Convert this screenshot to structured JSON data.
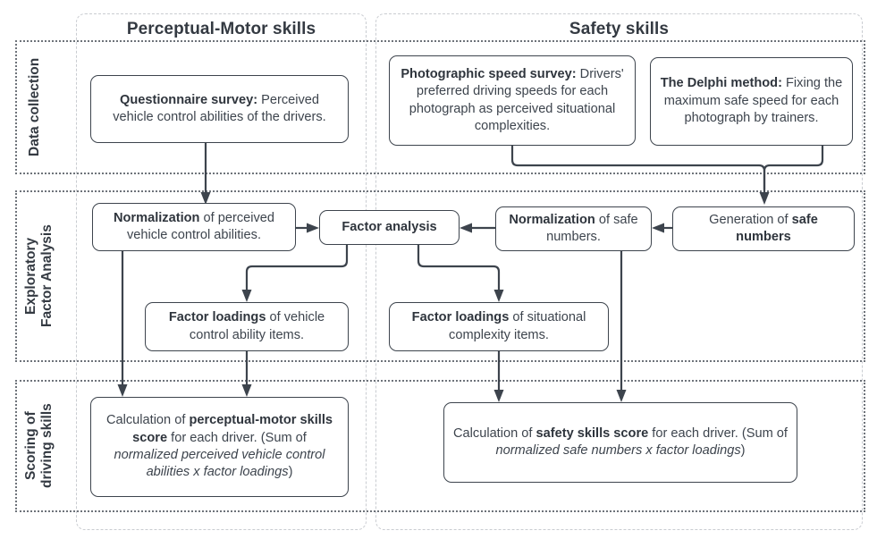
{
  "diagram": {
    "title": "Driving skills scoring methodology flowchart",
    "colors": {
      "node_border": "#3d444d",
      "node_text": "#3d444d",
      "group_border": "#c9ccd1",
      "band_border": "#6e737a",
      "background": "#ffffff"
    },
    "columns": [
      {
        "id": "perceptual-motor",
        "label": "Perceptual-Motor skills"
      },
      {
        "id": "safety",
        "label": "Safety skills"
      }
    ],
    "rows": [
      {
        "id": "data-collection",
        "label": "Data collection"
      },
      {
        "id": "exploratory-factor-analysis",
        "label": "Exploratory\nFactor Analysis"
      },
      {
        "id": "scoring",
        "label": "Scoring of\ndriving skills"
      }
    ],
    "nodes": [
      {
        "id": "questionnaire-survey",
        "row": "data-collection",
        "column": "perceptual-motor",
        "text_html": "<b>Questionnaire survey:</b> Perceived vehicle control abilities of the drivers.",
        "text_plain": "Questionnaire survey: Perceived vehicle control abilities of the drivers."
      },
      {
        "id": "photographic-speed-survey",
        "row": "data-collection",
        "column": "safety",
        "text_html": "<b>Photographic speed survey:</b> Drivers' preferred driving speeds for each photograph as perceived situational complexities.",
        "text_plain": "Photographic speed survey: Drivers' preferred driving speeds for each photograph as perceived situational complexities."
      },
      {
        "id": "delphi-method",
        "row": "data-collection",
        "column": "safety",
        "text_html": "<b>The Delphi method:</b> Fixing the maximum safe speed for each photograph by trainers.",
        "text_plain": "The Delphi method: Fixing the maximum safe speed for each photograph by trainers."
      },
      {
        "id": "normalization-perceived",
        "row": "exploratory-factor-analysis",
        "column": "perceptual-motor",
        "text_html": "<b>Normalization</b> of perceived vehicle control abilities.",
        "text_plain": "Normalization of perceived vehicle control abilities."
      },
      {
        "id": "factor-analysis",
        "row": "exploratory-factor-analysis",
        "column": "shared",
        "text_html": "<b>Factor analysis</b>",
        "text_plain": "Factor analysis"
      },
      {
        "id": "normalization-safe-numbers",
        "row": "exploratory-factor-analysis",
        "column": "safety",
        "text_html": "<b>Normalization</b> of safe numbers.",
        "text_plain": "Normalization of safe numbers."
      },
      {
        "id": "generation-safe-numbers",
        "row": "exploratory-factor-analysis",
        "column": "safety",
        "text_html": "Generation of <b>safe numbers</b>",
        "text_plain": "Generation of safe numbers"
      },
      {
        "id": "factor-loadings-vehicle",
        "row": "exploratory-factor-analysis",
        "column": "perceptual-motor",
        "text_html": "<b>Factor loadings</b> of vehicle control ability items.",
        "text_plain": "Factor loadings of vehicle control ability items."
      },
      {
        "id": "factor-loadings-situational",
        "row": "exploratory-factor-analysis",
        "column": "safety",
        "text_html": "<b>Factor loadings</b> of situational complexity items.",
        "text_plain": "Factor loadings of situational complexity items."
      },
      {
        "id": "perceptual-motor-score",
        "row": "scoring",
        "column": "perceptual-motor",
        "text_html": "Calculation of <b>perceptual-motor skills score</b> for each driver. (Sum of <i>normalized perceived vehicle control abilities x factor loadings</i>)",
        "text_plain": "Calculation of perceptual-motor skills score for each driver. (Sum of normalized perceived vehicle control abilities x factor loadings)"
      },
      {
        "id": "safety-skills-score",
        "row": "scoring",
        "column": "safety",
        "text_html": "Calculation of <b>safety skills score</b> for each driver. (Sum of <i>normalized safe numbers x factor loadings</i>)",
        "text_plain": "Calculation of safety skills score for each driver. (Sum of normalized safe numbers x factor loadings)"
      }
    ],
    "edges": [
      {
        "from": "questionnaire-survey",
        "to": "normalization-perceived"
      },
      {
        "from": "photographic-speed-survey",
        "to": "generation-safe-numbers"
      },
      {
        "from": "delphi-method",
        "to": "generation-safe-numbers"
      },
      {
        "from": "generation-safe-numbers",
        "to": "normalization-safe-numbers"
      },
      {
        "from": "normalization-safe-numbers",
        "to": "factor-analysis"
      },
      {
        "from": "normalization-perceived",
        "to": "factor-analysis"
      },
      {
        "from": "factor-analysis",
        "to": "factor-loadings-vehicle"
      },
      {
        "from": "factor-analysis",
        "to": "factor-loadings-situational"
      },
      {
        "from": "normalization-perceived",
        "to": "perceptual-motor-score"
      },
      {
        "from": "factor-loadings-vehicle",
        "to": "perceptual-motor-score"
      },
      {
        "from": "factor-loadings-situational",
        "to": "safety-skills-score"
      },
      {
        "from": "normalization-safe-numbers",
        "to": "safety-skills-score"
      }
    ]
  }
}
